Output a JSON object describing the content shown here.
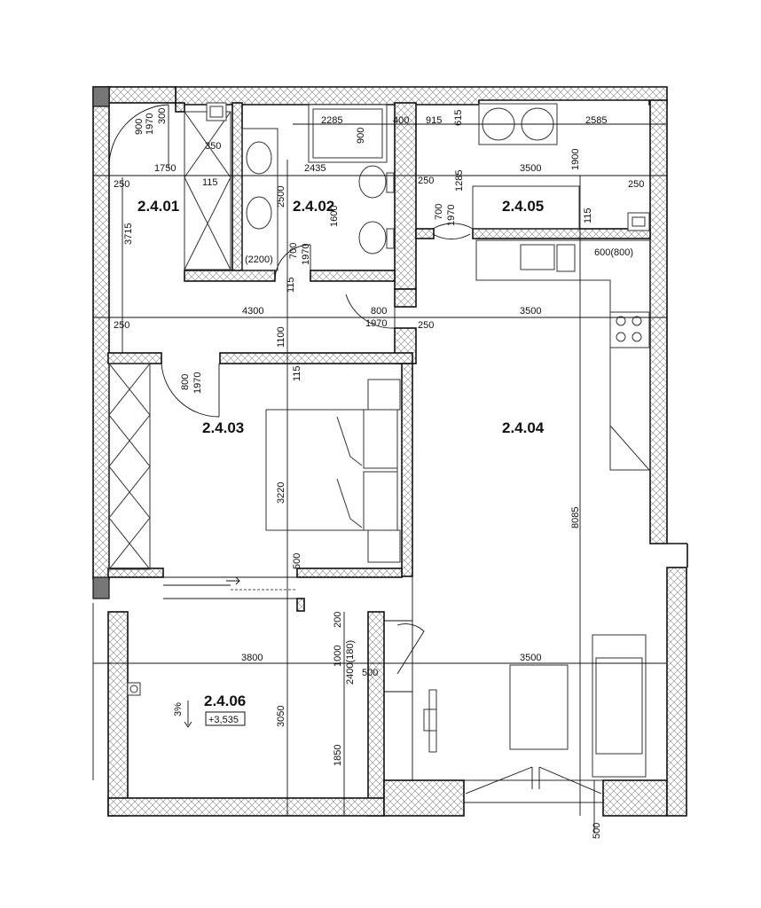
{
  "rooms": {
    "r01": "2.4.01",
    "r02": "2.4.02",
    "r03": "2.4.03",
    "r04": "2.4.04",
    "r05": "2.4.05",
    "r06": "2.4.06"
  },
  "level_mark": "+3,535",
  "slope_mark": "3%",
  "dims": {
    "d900": "900",
    "d1970a": "1970",
    "d300": "300",
    "d350": "350",
    "d1750": "1750",
    "d2285": "2285",
    "d900b": "900",
    "d2435": "2435",
    "d400": "400",
    "d915": "915",
    "d615": "615",
    "d2585": "2585",
    "d3500a": "3500",
    "d1900": "1900",
    "d250a": "250",
    "d115a": "115",
    "d3715": "3715",
    "d2500": "2500",
    "d1600": "1600",
    "d2200": "(2200)",
    "d700a": "700",
    "d1970b": "1970",
    "d250b": "250",
    "d1285": "1285",
    "d700b": "700",
    "d1970c": "1970",
    "d250c": "250",
    "d115b": "115",
    "d600800": "600(800)",
    "d115c": "115",
    "d4300": "4300",
    "d800a": "800",
    "d1970d": "1970",
    "d3500b": "3500",
    "d250d": "250",
    "d1100": "1100",
    "d250e": "250",
    "d800b": "800",
    "d1970e": "1970",
    "d115d": "115",
    "d3220": "3220",
    "d8085": "8085",
    "d500a": "500",
    "d200": "200",
    "d3800": "3800",
    "d1000": "1000",
    "d2400180": "2400(180)",
    "d500b": "500",
    "d3500c": "3500",
    "d3050": "3050",
    "d1850": "1850",
    "d500c": "500"
  }
}
